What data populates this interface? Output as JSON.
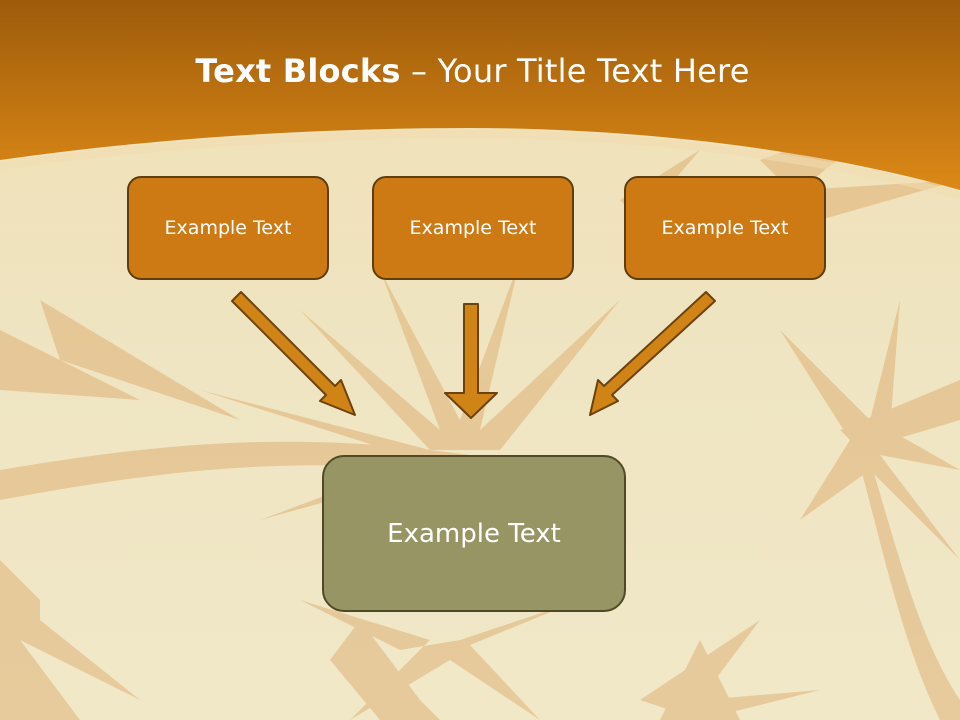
{
  "title": {
    "bold": "Text Blocks",
    "separator": " – ",
    "rest": "Your Title Text Here"
  },
  "blocks": {
    "top": [
      "Example Text",
      "Example Text",
      "Example Text"
    ],
    "bottom": "Example Text"
  },
  "colors": {
    "header_top": "#9e5b0b",
    "header_bottom": "#dc8916",
    "background": "#efe6c4",
    "box_fill": "#cd7a15",
    "box_border": "#5e3d10",
    "bottom_box_fill": "#989565",
    "arrow_fill": "#d08416",
    "arrow_stroke": "#6b420e",
    "palm": "#d89a55"
  }
}
